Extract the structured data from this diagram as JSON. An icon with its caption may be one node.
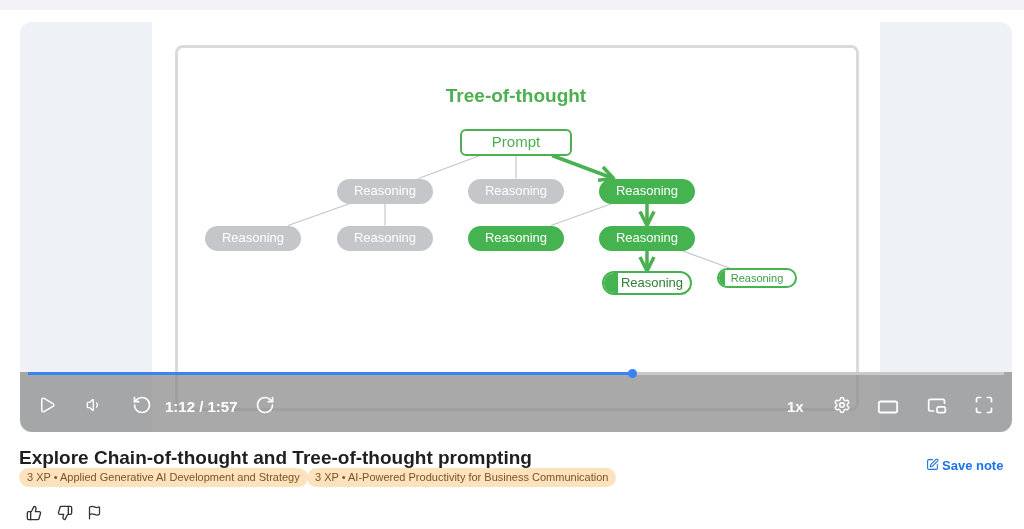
{
  "diagram": {
    "title": "Tree-of-thought",
    "nodes": [
      {
        "text": [
          "Prompt"
        ]
      },
      {
        "text": [
          "Reasoning"
        ]
      },
      {
        "text": [
          "Reasoning"
        ]
      },
      {
        "text": [
          "Reasoning"
        ]
      },
      {
        "text": [
          "Reasoning"
        ]
      },
      {
        "text": [
          "Reasoning"
        ]
      },
      {
        "text": [
          "Reasoning"
        ]
      },
      {
        "text": [
          "Reasoning"
        ]
      },
      {
        "text": [
          "Reasoning"
        ]
      },
      {
        "text": [
          "Reasoning"
        ]
      }
    ],
    "edges": [
      {
        "from": 0,
        "to": 1,
        "arrow": "none"
      },
      {
        "from": 0,
        "to": 2,
        "arrow": "none"
      },
      {
        "from": 0,
        "to": 3,
        "arrow": "to",
        "style": "thick",
        "color": "#4caf50"
      },
      {
        "from": 1,
        "to": 4,
        "arrow": "none"
      },
      {
        "from": 1,
        "to": 5,
        "arrow": "none"
      },
      {
        "from": 3,
        "to": 6,
        "arrow": "none"
      },
      {
        "from": 3,
        "to": 7,
        "arrow": "to",
        "style": "thick",
        "color": "#4caf50"
      },
      {
        "from": 7,
        "to": 8,
        "arrow": "to",
        "style": "thick",
        "color": "#4caf50"
      },
      {
        "from": 7,
        "to": 9,
        "arrow": "none"
      }
    ],
    "labels": [
      "1:12 / 1:57",
      "1x",
      "Explore Chain-of-thought and Tree-of-thought prompting",
      "3 XP • Applied Generative AI Development and Strategy",
      "3 XP • AI-Powered Productivity for Business Communication",
      "Save note"
    ]
  }
}
